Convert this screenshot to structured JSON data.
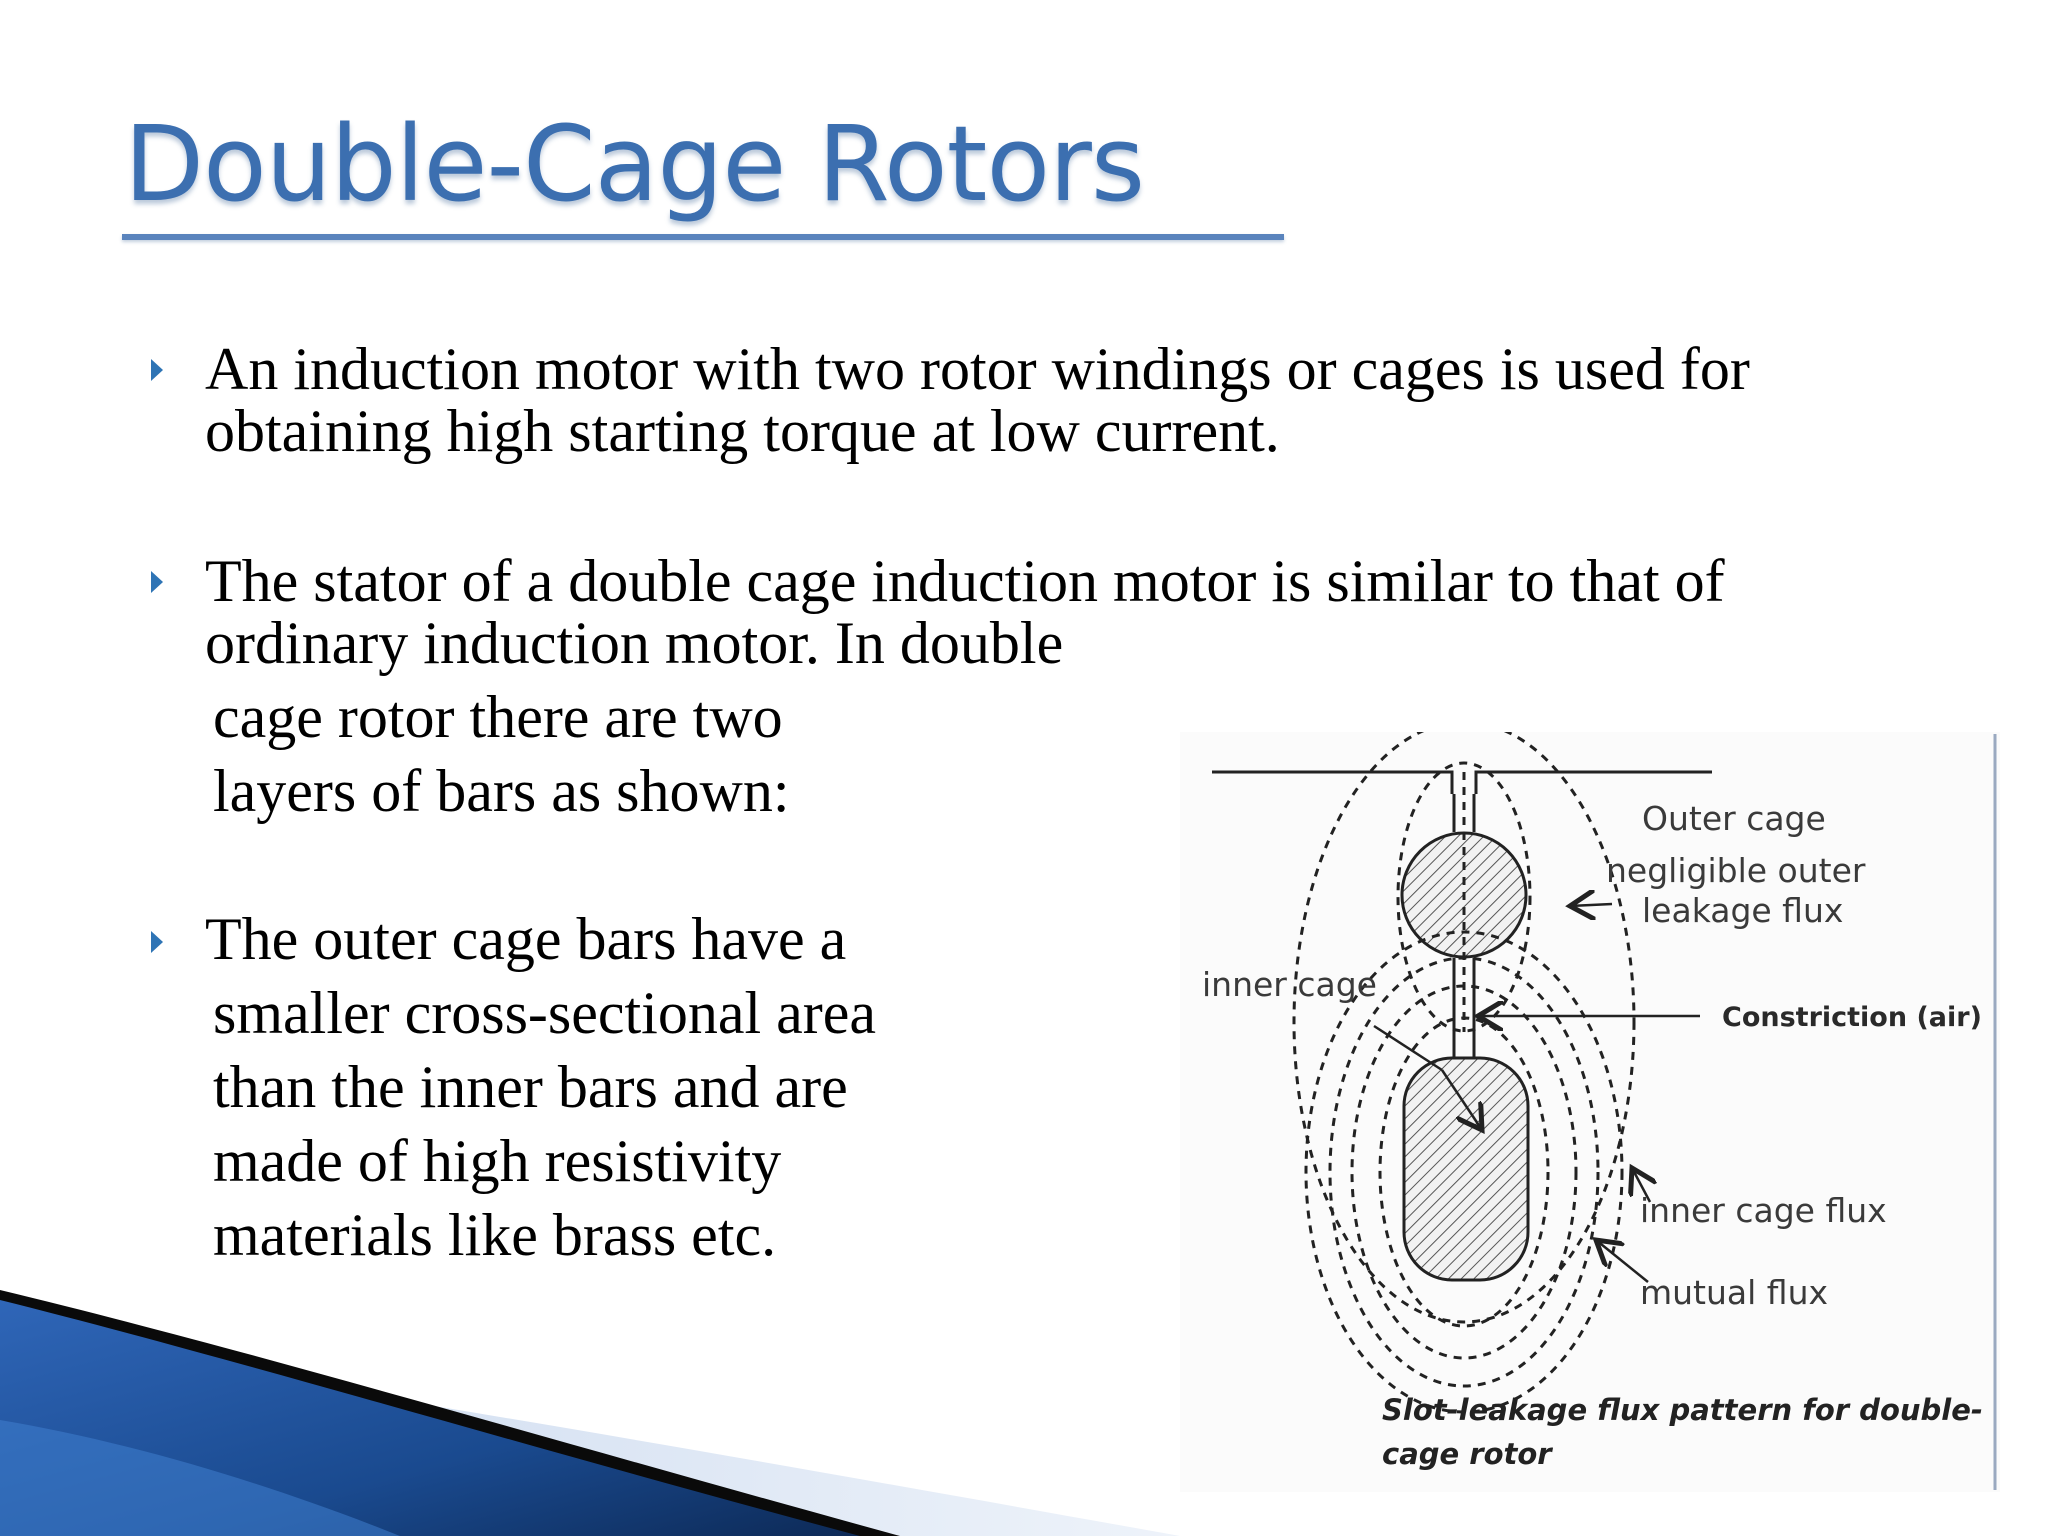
{
  "slide": {
    "title": "Double-Cage Rotors",
    "bullets": [
      {
        "lines": [
          "An induction motor with two rotor windings or cages is used for",
          "obtaining high starting torque at low current."
        ]
      },
      {
        "lines": [
          "The stator of a double cage induction motor is similar to that of",
          "ordinary  induction motor. In double",
          "cage rotor there are two",
          "layers of bars as shown:"
        ]
      },
      {
        "lines": [
          "The outer cage bars have a",
          "smaller cross-sectional area",
          "than the inner bars and are",
          "made of high resistivity",
          "materials like brass etc."
        ]
      }
    ]
  },
  "diagram": {
    "labels": {
      "outer_cage": "Outer cage",
      "negligible_line1": "negligible outer",
      "negligible_line2": "leakage flux",
      "inner_cage": "inner cage",
      "constriction": "Constriction (air)",
      "inner_cage_flux": "inner cage flux",
      "mutual_flux": "mutual flux"
    },
    "caption": {
      "line1": "Slot-leakage flux pattern for double-",
      "line2": "cage rotor"
    }
  },
  "colors": {
    "title": "#3c6fb0",
    "bullet": "#2e74b5",
    "accent_dark": "#0d2a57",
    "accent_mid": "#2f66b8"
  }
}
